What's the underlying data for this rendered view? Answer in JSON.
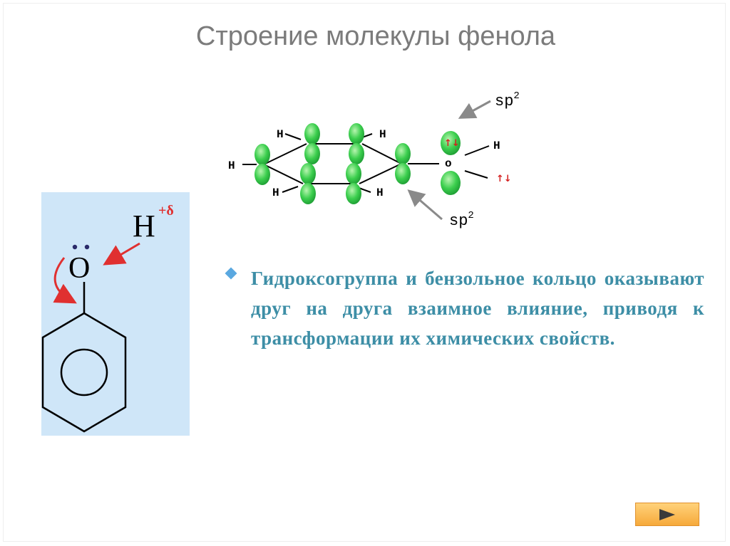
{
  "slide": {
    "title": "Строение молекулы фенола",
    "bullet_text": "Гидроксогруппа и бензольное кольцо оказывают друг на друга взаимное влияние, приводя к трансформации их химических свойств."
  },
  "orbital_diagram": {
    "hydrogen_label": "H",
    "oxygen_label": "o",
    "hybridization_label": "sp",
    "hybridization_superscript": "2",
    "electron_pair_symbol": "↑↓",
    "orbital_color": "#2ec24a",
    "electron_pair_color": "#d42020"
  },
  "phenol_structure": {
    "background_color": "#cfe6f8",
    "hydrogen_label": "H",
    "partial_charge_label": "+δ",
    "oxygen_label": "O",
    "arrow_color": "#e03030"
  },
  "navigation": {
    "next_icon": "play-triangle-icon"
  }
}
